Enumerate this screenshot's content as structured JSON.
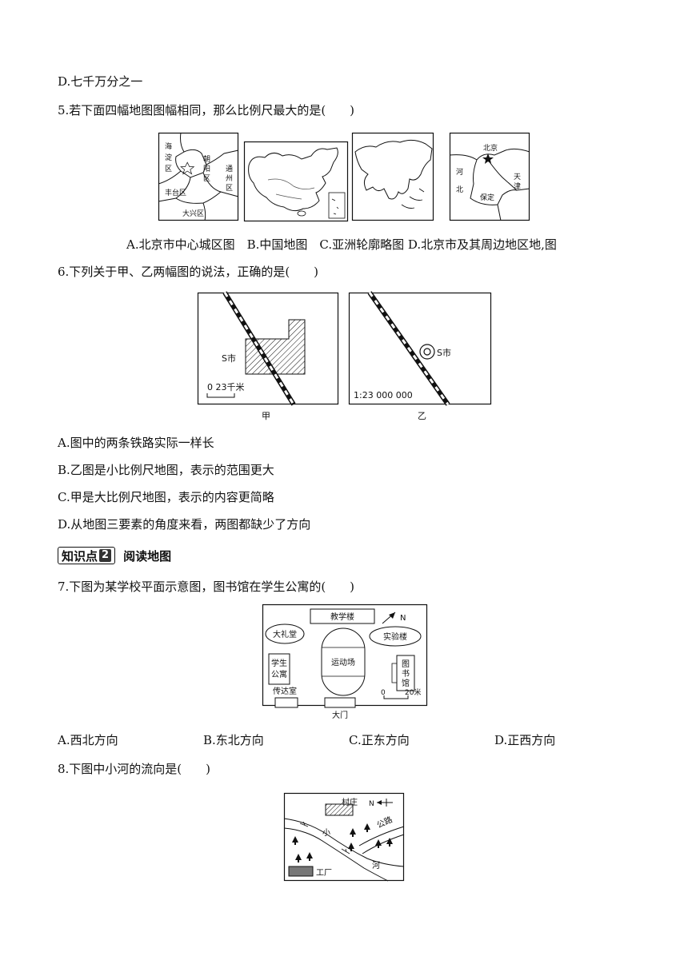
{
  "q4_option_d": "D.七千万分之一",
  "q5": {
    "stem": "5.若下面四幅地图图幅相同，那么比例尺最大的是(　　)",
    "map1": {
      "labels": [
        "海",
        "淀",
        "区",
        "朝",
        "阳",
        "区",
        "通",
        "州",
        "区",
        "丰台区",
        "大兴区"
      ]
    },
    "map4": {
      "labels": [
        "北京",
        "河",
        "北",
        "天",
        "津",
        "保定"
      ]
    },
    "options": "A.北京市中心城区图　B.中国地图　C.亚洲轮廓略图 D.北京市及其周边地区地,图"
  },
  "q6": {
    "stem": "6.下列关于甲、乙两幅图的说法，正确的是(　　)",
    "jia": {
      "city": "S市",
      "scale_text": "0  23千米",
      "caption": "甲"
    },
    "yi": {
      "city": "S市",
      "scale_text": "1:23 000 000",
      "caption": "乙"
    },
    "options": [
      "A.图中的两条铁路实际一样长",
      "B.乙图是小比例尺地图，表示的范围更大",
      "C.甲是大比例尺地图，表示的内容更简略",
      "D.从地图三要素的角度来看，两图都缺少了方向"
    ]
  },
  "section": {
    "label": "知识点",
    "number": "2",
    "title": "阅读地图"
  },
  "q7": {
    "stem": "7.下图为某学校平面示意图，图书馆在学生公寓的(　　)",
    "map": {
      "teaching": "教学楼",
      "hall": "大礼堂",
      "lab": "实验楼",
      "field": "运动场",
      "dorm": [
        "学生",
        "公寓"
      ],
      "library": [
        "图",
        "书",
        "馆"
      ],
      "reception": "传达室",
      "gate": "大门",
      "north": "N",
      "scale": [
        "0",
        "20米"
      ]
    },
    "options": [
      "A.西北方向",
      "B.东北方向",
      "C.正东方向",
      "D.正西方向"
    ]
  },
  "q8": {
    "stem": "8.下图中小河的流向是(　　)",
    "map": {
      "village": "村庄",
      "north": "N",
      "road": "公路",
      "river": [
        "小",
        "河"
      ],
      "factory": "工厂"
    }
  }
}
